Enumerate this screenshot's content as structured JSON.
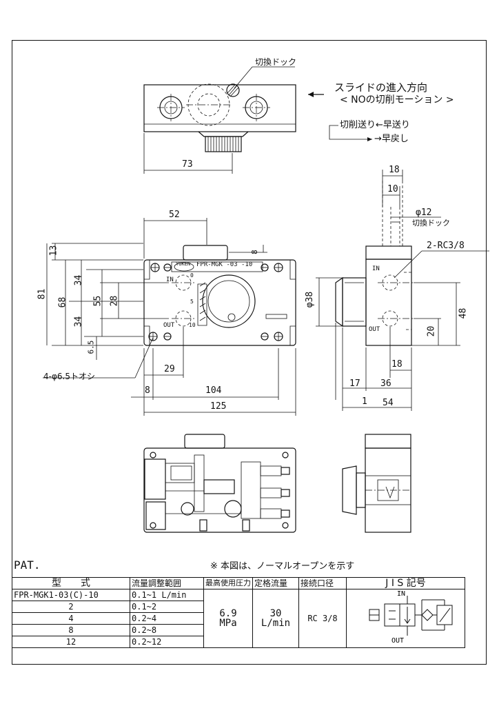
{
  "top_view": {
    "callout_label": "切換ドック",
    "slide_direction": "スライドの進入方向",
    "no_motion": "< NOの切削モーション >",
    "cut_feed": "切削送り←早送り",
    "return": "→早戻し",
    "width_dim": "73"
  },
  "front_view": {
    "nameplate_brand": "YUKEN",
    "nameplate_model": "FPR-MGK -03 -10",
    "port_in": "IN",
    "port_out": "OUT",
    "knob_marks": [
      "0",
      "5",
      "10"
    ],
    "hole_note": "4-φ6.5トオシ",
    "dims": {
      "d52": "52",
      "d8top": "8",
      "d13": "13",
      "d81": "81",
      "d68": "68",
      "d34a": "34",
      "d34b": "34",
      "d55": "55",
      "d28": "28",
      "d6_5": "6.5",
      "d29": "29",
      "d8": "8",
      "d104": "104",
      "d125": "125"
    }
  },
  "side_view": {
    "port_note": "2-RC3/8",
    "dog_dia": "φ12",
    "dog_label": "切換ドック",
    "port_in": "IN",
    "port_out": "OUT",
    "dims": {
      "d18top": "18",
      "d10": "10",
      "d38": "φ38",
      "d48": "48",
      "d20": "20",
      "d18b": "18",
      "d17": "17",
      "d36": "36",
      "d1": "1",
      "d54": "54"
    }
  },
  "notes": {
    "pat": "PAT.",
    "normal_open": "※ 本図は、ノーマルオープンを示す"
  },
  "spec_table": {
    "headers": [
      "型　　式",
      "流量調整範囲",
      "最高使用圧力",
      "定格流量",
      "接続口径",
      "J I S 記号"
    ],
    "rows": [
      {
        "model": "FPR-MGK1-03(C)-10",
        "range": "0.1~1 L/min"
      },
      {
        "model": "2",
        "range": "0.1~2"
      },
      {
        "model": "4",
        "range": "0.2~4"
      },
      {
        "model": "8",
        "range": "0.2~8"
      },
      {
        "model": "12",
        "range": "0.2~12"
      }
    ],
    "pressure": "6.9",
    "pressure_unit": "MPa",
    "flow": "30",
    "flow_unit": "L/min",
    "port_size": "RC 3/8",
    "jis_in": "IN",
    "jis_out": "OUT"
  }
}
